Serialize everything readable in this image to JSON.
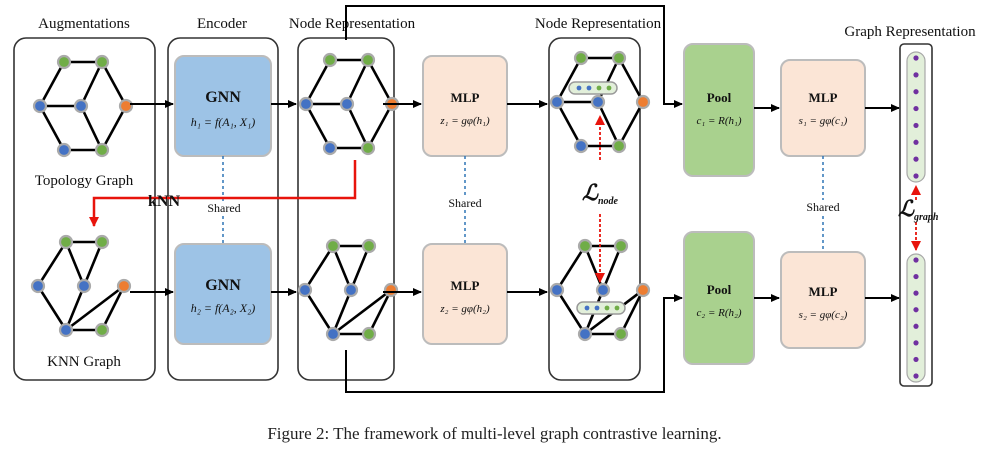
{
  "sections": {
    "augmentations": "Augmentations",
    "encoder": "Encoder",
    "node_rep_1": "Node Representation",
    "node_rep_2": "Node Representation",
    "graph_rep": "Graph Representation"
  },
  "graphs": {
    "topology": "Topology Graph",
    "knn": "KNN Graph"
  },
  "edge_label": "kNN",
  "gnn": {
    "title": "GNN",
    "formula_top": "h₁ = f(A₁, X₁)",
    "formula_bottom": "h₂ = f(A₂, X₂)"
  },
  "mlp": {
    "title": "MLP",
    "node_top": "z₁ = gφ(h₁)",
    "node_bottom": "z₂ = gφ(h₂)",
    "graph_top": "s₁ = gφ(c₁)",
    "graph_bottom": "s₂ = gφ(c₂)"
  },
  "pool": {
    "title": "Pool",
    "top": "c₁ = R(h₁)",
    "bottom": "c₂ = R(h₂)"
  },
  "shared": "Shared",
  "loss": {
    "node_symbol": "ℒ",
    "node_sub": "node",
    "graph_symbol": "ℒ",
    "graph_sub": "graph"
  },
  "caption": "Figure 2: The framework of multi-level graph contrastive learning.",
  "colors": {
    "gnn": "#9dc3e6",
    "mlp": "#fbe5d6",
    "pool": "#a9d18e",
    "bar": "#e2efda",
    "node_green": "#70ad47",
    "node_blue": "#4472c4",
    "node_orange": "#ed7d31",
    "arrow_red": "#e8140c",
    "dash_blue": "#2e75b6",
    "purple": "#7030a0"
  }
}
